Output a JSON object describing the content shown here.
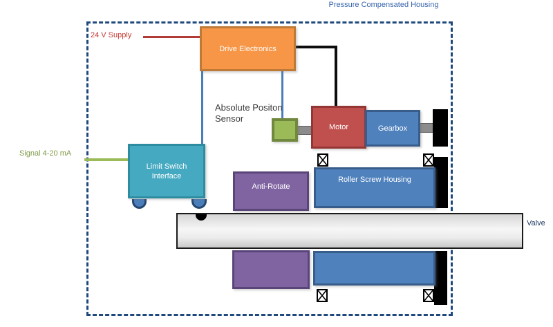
{
  "diagram": {
    "title": "Pressure Compensated Housing",
    "annotations": {
      "supply": "24 V Supply",
      "signal": "Signal 4-20 mA",
      "sensor": "Absolute Positon Sensor",
      "valve": "Valve"
    },
    "blocks": {
      "drive_electronics": "Drive Electronics",
      "motor": "Motor",
      "gearbox": "Gearbox",
      "limit_switch_interface": "Limit Switch Interface",
      "anti_rotate": "Anti-Rotate",
      "roller_screw_housing": "Roller Screw Housing"
    },
    "colors": {
      "housing_border": "#1F497D",
      "title_text": "#3A66AD",
      "drive_electronics_fill": "#F79646",
      "motor_fill": "#C0504D",
      "gearbox_fill": "#4F81BD",
      "limit_switch_fill": "#45AAC1",
      "anti_rotate_fill": "#8064A2",
      "roller_screw_fill": "#4F81BD",
      "sensor_fill": "#9BBB59",
      "supply_wire": "#B23B38",
      "signal_wire": "#9BBB59",
      "control_wire": "#4A7EBB",
      "power_wire": "#0D0D0D",
      "valve_text": "#1F3864"
    }
  }
}
